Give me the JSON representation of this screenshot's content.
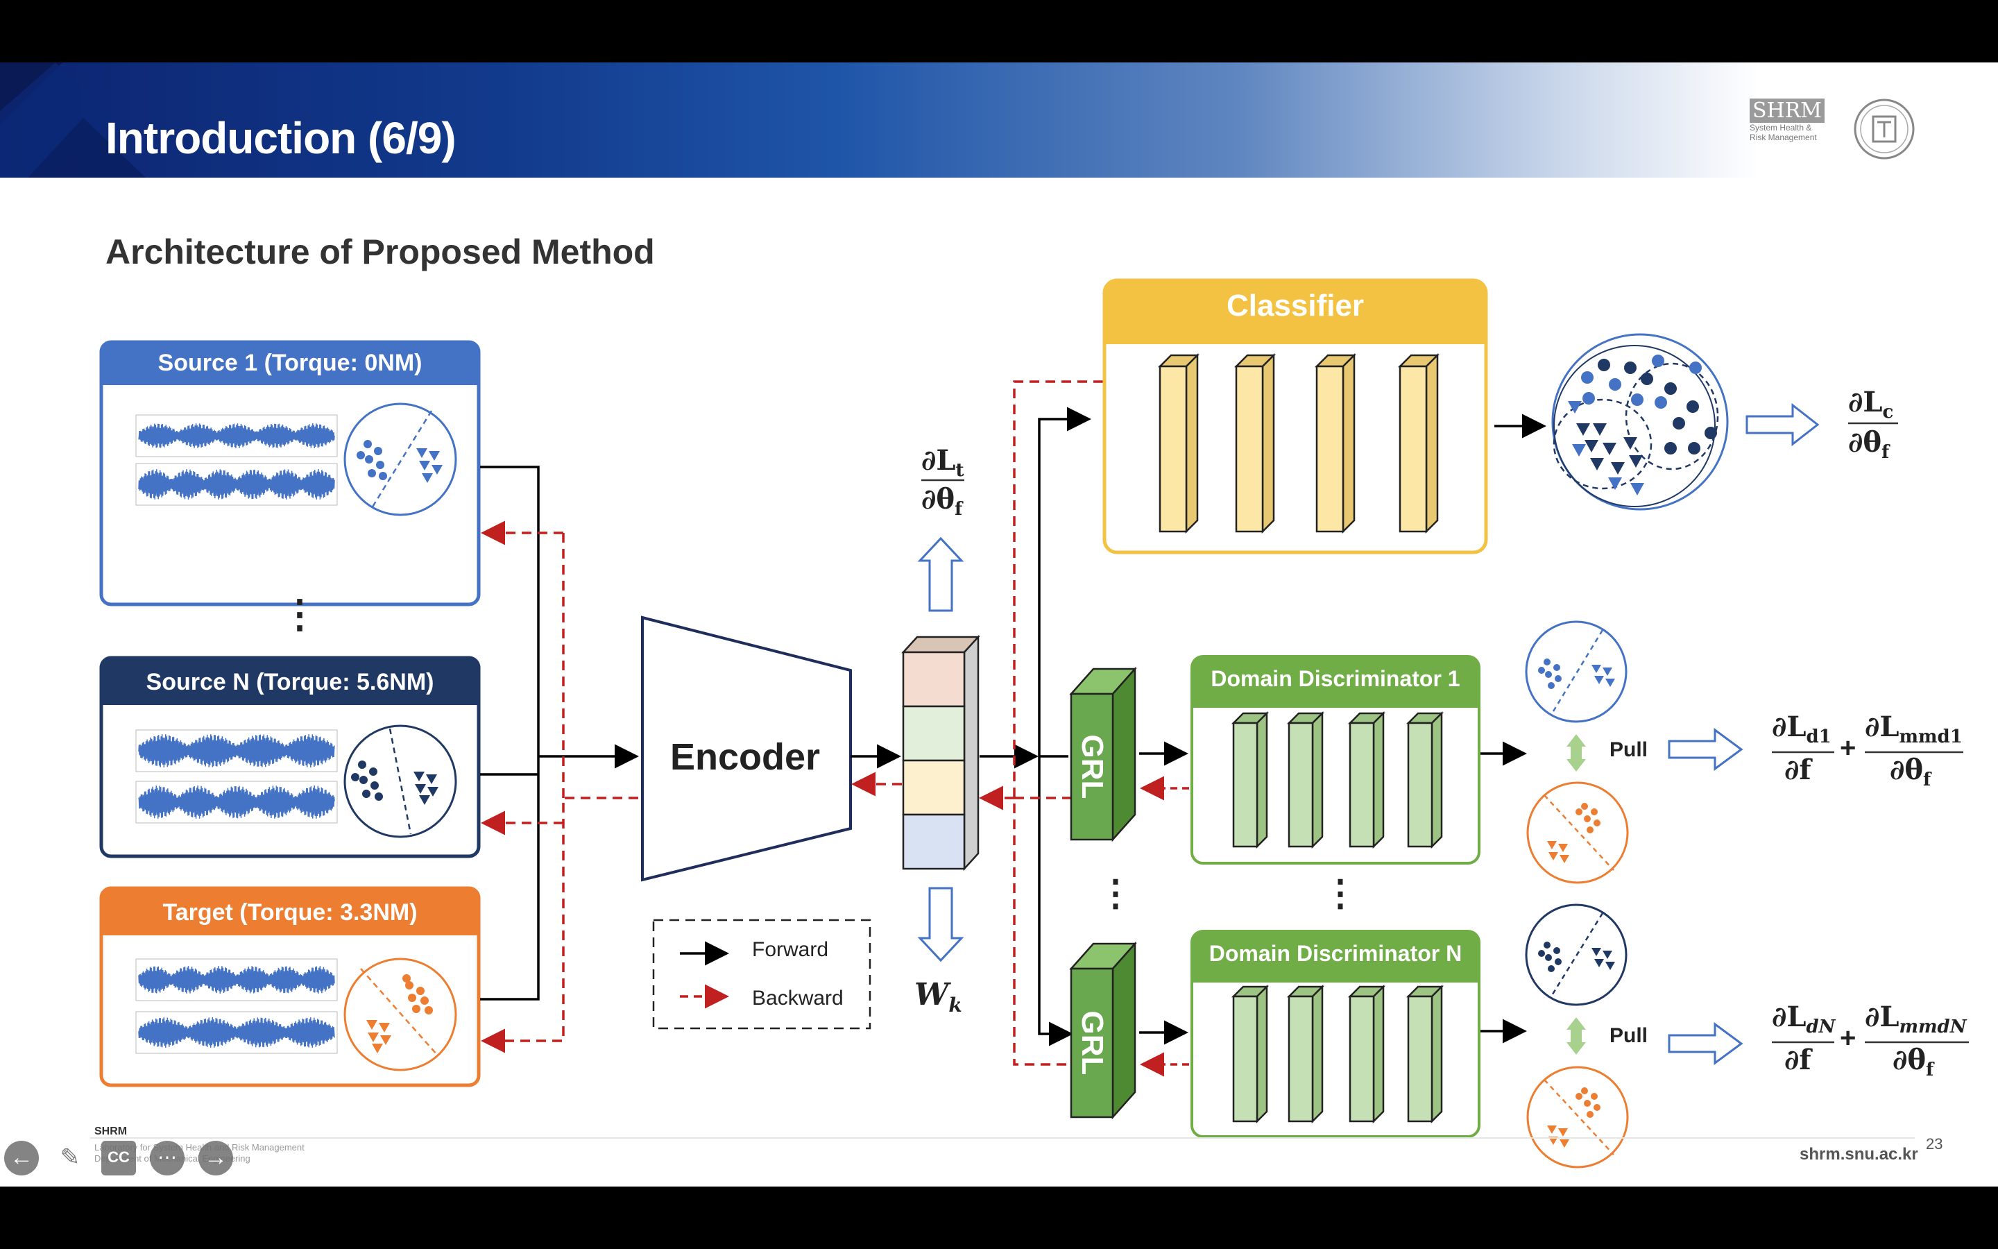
{
  "slide": {
    "title": "Introduction (6/9)",
    "subtitle": "Architecture of Proposed Method",
    "page_number": "23",
    "logo_text": "SHRM",
    "logo_caption_1": "System Health &",
    "logo_caption_2": "Risk Management"
  },
  "inputs": {
    "source1": "Source 1 (Torque: 0NM)",
    "sourceN": "Source N (Torque: 5.6NM)",
    "target": "Target (Torque: 3.3NM)",
    "ellipsis": "⋮"
  },
  "modules": {
    "encoder": "Encoder",
    "classifier": "Classifier",
    "grl_1": "GRL",
    "grl_n": "GRL",
    "disc_1": "Domain Discriminator 1",
    "disc_n": "Domain Discriminator N",
    "pull_1": "Pull",
    "pull_n": "Pull",
    "ellipsis_grl": "⋮",
    "ellipsis_disc": "⋮"
  },
  "legend": {
    "forward": "Forward",
    "backward": "Backward"
  },
  "math": {
    "enc_grad_num": "∂L",
    "enc_grad_num_sub": "t",
    "enc_grad_den": "∂θ",
    "enc_grad_den_sub": "f",
    "weights": "W",
    "weights_sub": "k",
    "cls_grad_num": "∂L",
    "cls_grad_num_sub": "c",
    "cls_grad_den": "∂θ",
    "cls_grad_den_sub": "f",
    "d1_num_a": "∂L",
    "d1_num_a_sub": "d1",
    "d1_den_a": "∂f",
    "d1_num_b": "∂L",
    "d1_num_b_sub": "mmd1",
    "d1_den_b": "∂θ",
    "d1_den_b_sub": "f",
    "dn_num_a": "∂L",
    "dn_num_a_sub": "dN",
    "dn_den_a": "∂f",
    "dn_num_b": "∂L",
    "dn_num_b_sub": "mmdN",
    "dn_den_b": "∂θ",
    "dn_den_b_sub": "f",
    "plus": "+"
  },
  "footer": {
    "org": "SHRM",
    "lab_line1": "Laboratory for System Health and Risk Management",
    "lab_line2": "Department of Mechanical Engineering",
    "url": "shrm.snu.ac.kr"
  },
  "colors": {
    "source1": "#4472c4",
    "sourceN": "#203864",
    "target": "#ed7d31",
    "classifier": "#f4c242",
    "discriminator": "#70ad47",
    "grl": "#5e9e3f",
    "backward": "#c0201f"
  }
}
